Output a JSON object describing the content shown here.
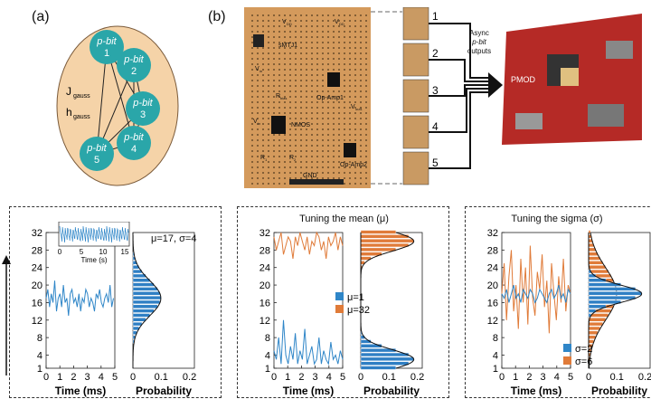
{
  "figure": {
    "panel_a_label": "(a)",
    "panel_b_label": "(b)",
    "network": {
      "pbits": [
        {
          "line1": "p-bit",
          "line2": "1"
        },
        {
          "line1": "p-bit",
          "line2": "2"
        },
        {
          "line1": "p-bit",
          "line2": "3"
        },
        {
          "line1": "p-bit",
          "line2": "4"
        },
        {
          "line1": "p-bit",
          "line2": "5"
        }
      ],
      "j_label": "J",
      "j_sub": "gauss",
      "h_label": "h",
      "h_sub": "gauss"
    },
    "board_labels": {
      "vdd1": "V",
      "vdd1_sub": "DD",
      "vdd2": "V",
      "vdd2_sub": "DD",
      "smtj": "sMTJ1",
      "vin1": "V",
      "vin1_sub": "in",
      "rbias": "R",
      "rbias_sub": "bias",
      "opamp1": "Op-Amp1",
      "vout1": "V",
      "vout1_sub": "out1",
      "vin2": "V",
      "vin2_sub": "in",
      "nmos": "NMOS",
      "r1": "R",
      "r1_sub": "1",
      "r2": "R",
      "r2_sub": "2",
      "opamp2": "Op-Amp2",
      "gnd": "GND"
    },
    "board_numbers": [
      "1",
      "2",
      "3",
      "4",
      "5"
    ],
    "async_text": [
      "Async",
      "p-bit",
      "outputs"
    ],
    "fpga_label": "PMOD",
    "colors": {
      "teal": "#2aa6a9",
      "oval": "#f5d3a8",
      "blue": "#2f86c8",
      "orange": "#e07b39",
      "hist_blue": "#2f7fc4",
      "hist_orange": "#e07b39"
    }
  },
  "chart_data": [
    {
      "type": "line",
      "title": "",
      "xlabel": "Time (ms)",
      "ylabel": "",
      "xlim": [
        0,
        5
      ],
      "ylim": [
        1,
        32
      ],
      "x_ticks": [
        "0",
        "1",
        "2",
        "3",
        "4",
        "5"
      ],
      "y_ticks": [
        "32",
        "28",
        "24",
        "20",
        "16",
        "12",
        "8",
        "4",
        "1"
      ],
      "series": [
        {
          "values": [
            17,
            19,
            15,
            18,
            16,
            21,
            14,
            17,
            18,
            15,
            20,
            16,
            17,
            13,
            18,
            19,
            16,
            17,
            15,
            18,
            14,
            17,
            16,
            19,
            18,
            15,
            17,
            16,
            14,
            18,
            17,
            19,
            16,
            15,
            17,
            18,
            16,
            20,
            15,
            17
          ]
        }
      ],
      "annotation": "μ=17, σ=4",
      "inset": {
        "xlabel": "Time (s)",
        "x_ticks": [
          "0",
          "5",
          "10",
          "15"
        ]
      },
      "histogram": {
        "xlabel": "Probability",
        "x_ticks": [
          "0",
          "0.1",
          "0.2"
        ],
        "mean": 17,
        "sigma": 4
      }
    },
    {
      "type": "line",
      "title": "Tuning the mean (μ)",
      "xlabel": "Time (ms)",
      "ylim": [
        1,
        32
      ],
      "x_ticks": [
        "0",
        "1",
        "2",
        "3",
        "4",
        "5"
      ],
      "y_ticks": [
        "32",
        "28",
        "24",
        "20",
        "16",
        "12",
        "8",
        "4",
        "1"
      ],
      "series": [
        {
          "name": "μ=32",
          "values": [
            31,
            28,
            30,
            32,
            27,
            29,
            31,
            30,
            26,
            31,
            29,
            32,
            30,
            28,
            31,
            27,
            30,
            29,
            32,
            31,
            28,
            30,
            26,
            31,
            29,
            30,
            32,
            28,
            31,
            29
          ]
        },
        {
          "name": "μ=1",
          "values": [
            5,
            3,
            8,
            2,
            12,
            4,
            2,
            6,
            3,
            9,
            2,
            5,
            3,
            10,
            2,
            4,
            6,
            2,
            3,
            8,
            2,
            5,
            3,
            2,
            7,
            3,
            4,
            2,
            5,
            3
          ]
        }
      ],
      "histogram": {
        "xlabel": "Probability",
        "x_ticks": [
          "0",
          "0.1",
          "0.2"
        ]
      }
    },
    {
      "type": "line",
      "title": "Tuning the sigma (σ)",
      "xlabel": "Time (ms)",
      "ylim": [
        1,
        32
      ],
      "x_ticks": [
        "0",
        "1",
        "2",
        "3",
        "4",
        "5"
      ],
      "y_ticks": [
        "32",
        "28",
        "24",
        "20",
        "16",
        "12",
        "8",
        "4",
        "1"
      ],
      "series": [
        {
          "name": "σ=6",
          "values": [
            18,
            25,
            12,
            22,
            28,
            14,
            20,
            10,
            26,
            16,
            24,
            11,
            29,
            17,
            13,
            23,
            19,
            27,
            15,
            21,
            9,
            25,
            18,
            12,
            22,
            16,
            26,
            14,
            20,
            18
          ]
        },
        {
          "name": "σ=2",
          "values": [
            18,
            17,
            19,
            16,
            18,
            20,
            17,
            18,
            16,
            19,
            18,
            17,
            19,
            18,
            16,
            17,
            19,
            18,
            17,
            16,
            18,
            19,
            17,
            18,
            20,
            17,
            18,
            16,
            19,
            18
          ]
        }
      ],
      "histogram": {
        "xlabel": "Probability",
        "x_ticks": [
          "0",
          "0.1",
          "0.2"
        ]
      }
    }
  ]
}
